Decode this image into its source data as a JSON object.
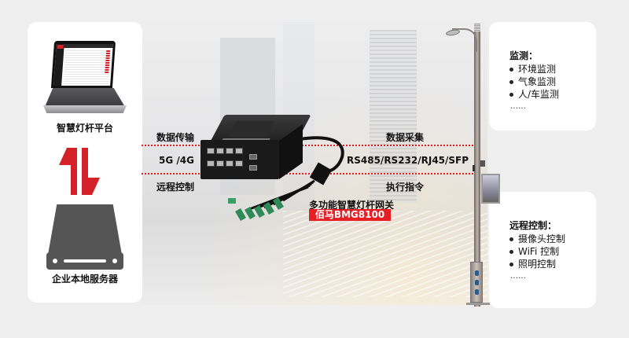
{
  "left_panel": {
    "platform_label": "智慧灯杆平台",
    "server_label": "企业本地服务器",
    "icons": [
      "laptop-icon",
      "bidirectional-arrows-icon",
      "server-icon"
    ]
  },
  "links_left": {
    "top_label": "数据传输",
    "middle_label": "5G /4G",
    "bottom_label": "远程控制"
  },
  "links_right": {
    "top_label": "数据采集",
    "middle_label": "RS485/RS232/RJ45/SFP",
    "bottom_label": "执行指令"
  },
  "gateway": {
    "title": "多功能智慧灯杆网关",
    "model": "佰马BMG8100",
    "badge_color": "#e81e25"
  },
  "monitor_card": {
    "title": "监测：",
    "items": [
      "环境监测",
      "气象监测",
      "人/车监测"
    ],
    "more": "……"
  },
  "control_card": {
    "title": "远程控制：",
    "items": [
      "摄像头控制",
      "WiFi 控制",
      "照明控制"
    ],
    "more": "……"
  },
  "colors": {
    "accent_red": "#e02020",
    "card_bg": "#ffffff",
    "page_bg": "#efefef"
  }
}
